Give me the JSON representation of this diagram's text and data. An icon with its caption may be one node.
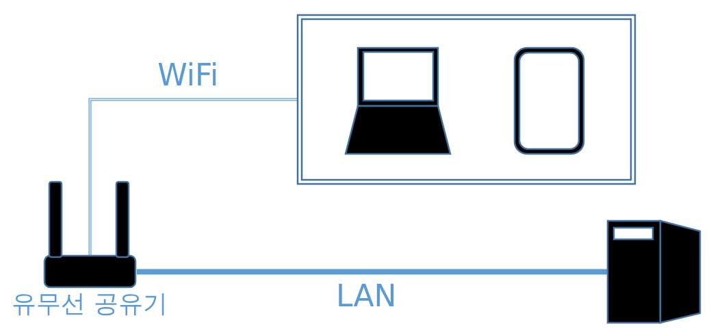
{
  "diagram": {
    "nodes": [
      {
        "text": [],
        "shape": "picture",
        "beside": [
          "유무선 공유기"
        ]
      },
      {
        "text": [],
        "shape": "box"
      },
      {
        "text": [],
        "shape": "picture",
        "in": 1
      },
      {
        "text": [],
        "shape": "picture",
        "in": 1
      },
      {
        "text": [],
        "shape": "picture"
      }
    ],
    "edges": [
      {
        "from": 0,
        "to": 1,
        "arrow": "none",
        "label": "WiFi"
      },
      {
        "from": 0,
        "to": 4,
        "arrow": "none",
        "label": "LAN",
        "style": "thick"
      }
    ]
  }
}
